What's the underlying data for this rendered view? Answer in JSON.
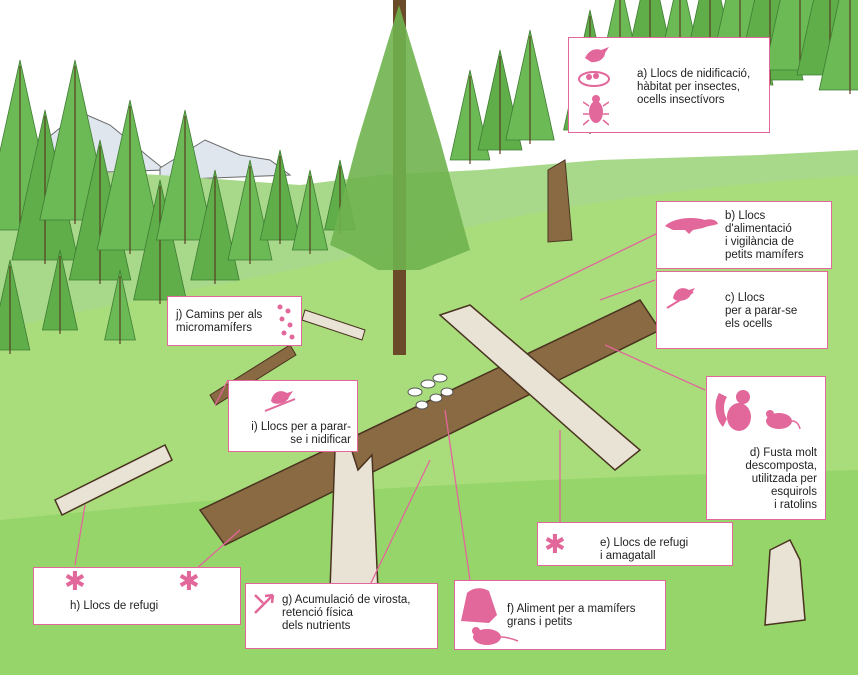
{
  "colors": {
    "sky": "#ffffff",
    "meadow": "#a9dd7c",
    "meadow_dark": "#7cc457",
    "forest_green": "#5fae4a",
    "trunk": "#6b4a2a",
    "log": "#8a6a43",
    "accent_pink": "#e2679a",
    "label_text": "#222222"
  },
  "icons": {
    "a": [
      "bird-icon",
      "nest-icon",
      "beetle-icon"
    ],
    "b": [
      "weasel-icon"
    ],
    "c": [
      "bird-perch-icon"
    ],
    "d": [
      "squirrel-icon",
      "mouse-icon"
    ],
    "e": [
      "asterisk-icon"
    ],
    "f": [
      "boar-icon",
      "mouse-icon"
    ],
    "g": [
      "arrows-icon"
    ],
    "h": [
      "asterisk-icon",
      "asterisk-icon"
    ],
    "i": [
      "bird-perch-icon"
    ],
    "j": [
      "tracks-icon"
    ]
  },
  "labels": {
    "a": "a) Llocs de nidificació,\nhàbitat per insectes,\nocells insectívors",
    "b": "b) Llocs\nd'alimentació\ni vigilància de\npetits mamífers",
    "c": "c) Llocs\nper a parar-se\nels ocells",
    "d": "d) Fusta molt\ndescomposta,\nutilitzada per\nesquirols\ni ratolins",
    "e": "e) Llocs de refugi\ni amagatall",
    "f": "f) Aliment per a mamífers\ngrans i petits",
    "g": "g) Acumulació de virosta,\nretenció física\ndels nutrients",
    "h": "h) Llocs de refugi",
    "i": "i) Llocs per a parar-\nse i nidificar",
    "j": "j) Camins per als\nmicromamífers"
  }
}
